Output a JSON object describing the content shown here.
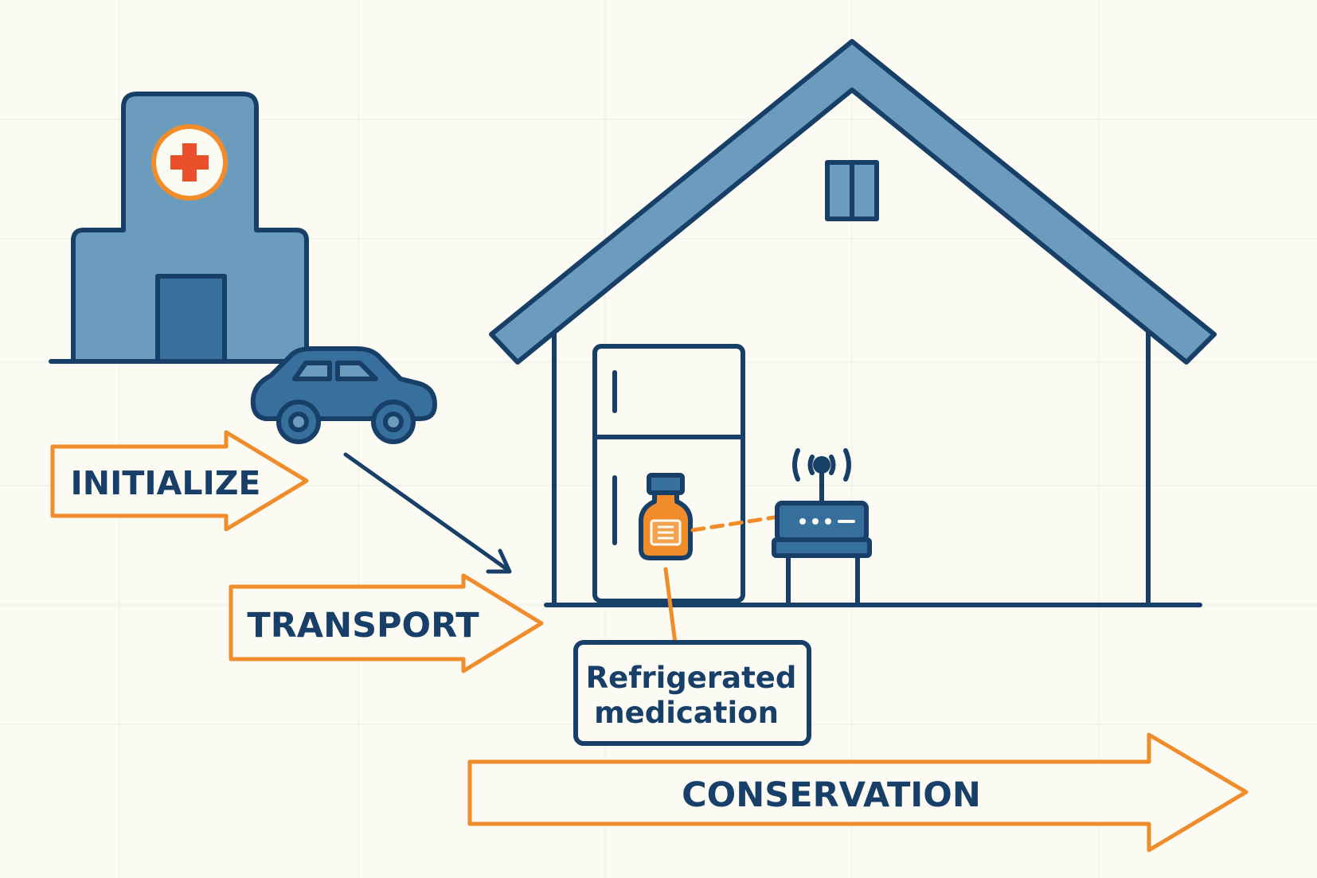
{
  "stages": {
    "initialize": "INITIALIZE",
    "transport": "TRANSPORT",
    "conservation": "CONSERVATION"
  },
  "callout": {
    "line1": "Refrigerated",
    "line2": "medication"
  },
  "colors": {
    "navy": "#173f67",
    "blue": "#6b9cbe",
    "dark_blue": "#376f9d",
    "orange": "#f08c2a",
    "red": "#e9502a",
    "background": "#fbfaf3"
  },
  "icons": [
    "hospital-icon",
    "medical-cross-icon",
    "car-icon",
    "house-icon",
    "refrigerator-icon",
    "medicine-bottle-icon",
    "wifi-router-icon"
  ]
}
